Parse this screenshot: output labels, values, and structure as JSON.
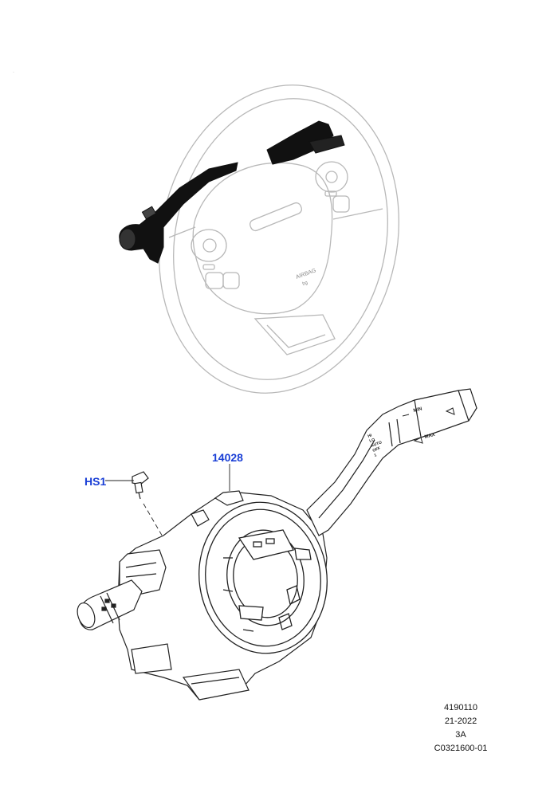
{
  "callouts": {
    "hs1": "HS1",
    "part_14028": "14028"
  },
  "airbag_text": {
    "line1": "AIRBAG",
    "line2": "bg"
  },
  "stalk_labels": {
    "min": "MIN",
    "max": "MAX",
    "hi": "HI",
    "lo": "LO",
    "auto": "AUTO",
    "off": "OFF",
    "single": "1"
  },
  "info": {
    "line1": "4190110",
    "line2": "21-2022",
    "line3": "3A",
    "line4": "C0321600-01"
  },
  "colors": {
    "callout": "#1a3fd6",
    "line": "#222222",
    "ghost": "#b8b8b8",
    "dark": "#111111"
  }
}
